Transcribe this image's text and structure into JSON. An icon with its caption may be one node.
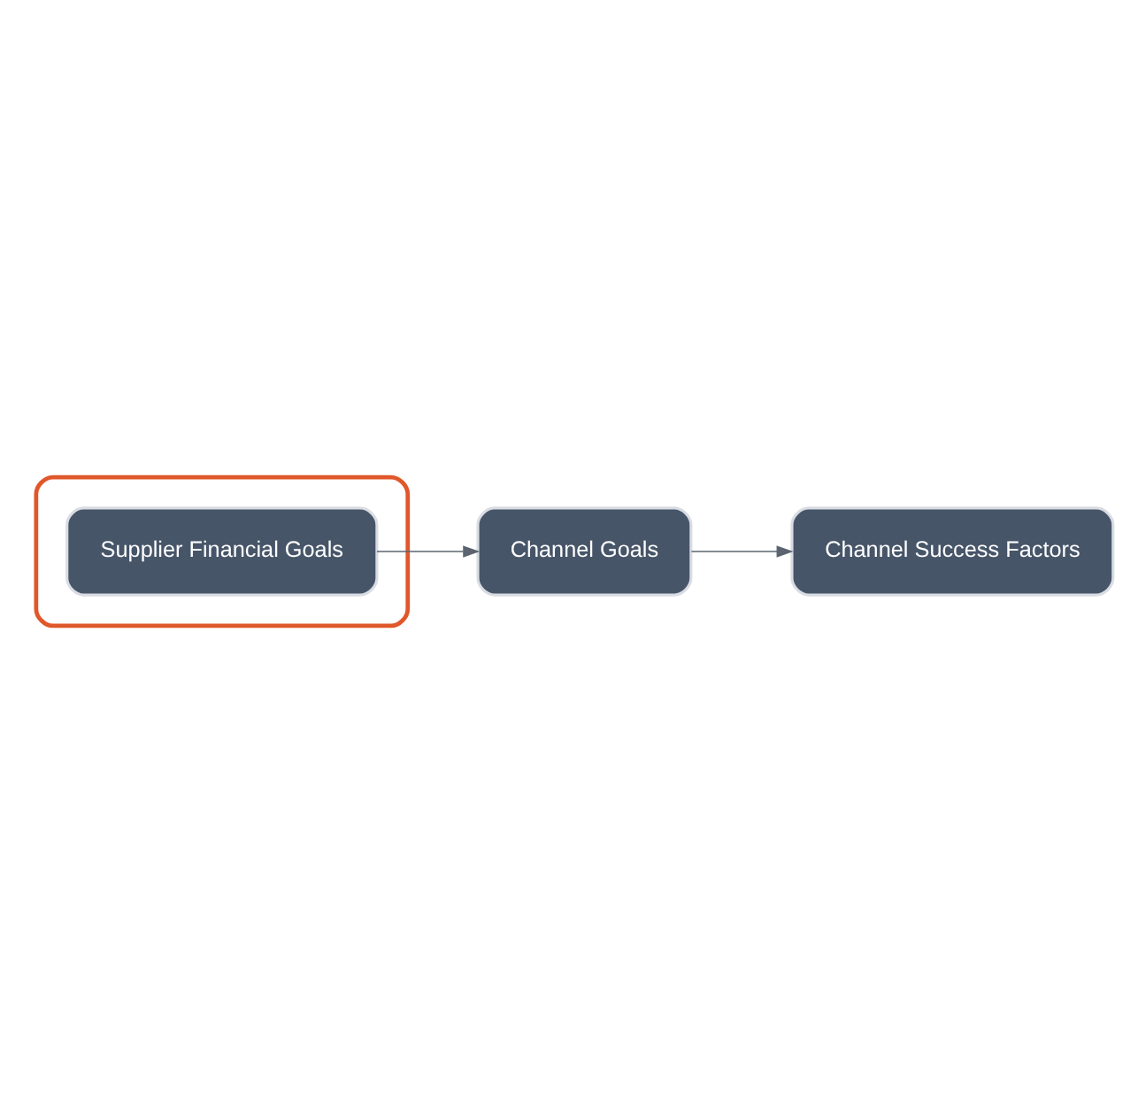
{
  "diagram": {
    "nodes": [
      {
        "text": [],
        "shape": "ellipse"
      },
      {
        "text": [
          "Supplier Financial Goals"
        ],
        "in": 0
      },
      {
        "text": [
          "Channel Goals"
        ]
      },
      {
        "text": [
          "Channel Success Factors"
        ]
      }
    ],
    "edges": [
      {
        "from": 1,
        "to": 2,
        "arrow": "to"
      },
      {
        "from": 2,
        "to": 3,
        "arrow": "to"
      }
    ]
  }
}
